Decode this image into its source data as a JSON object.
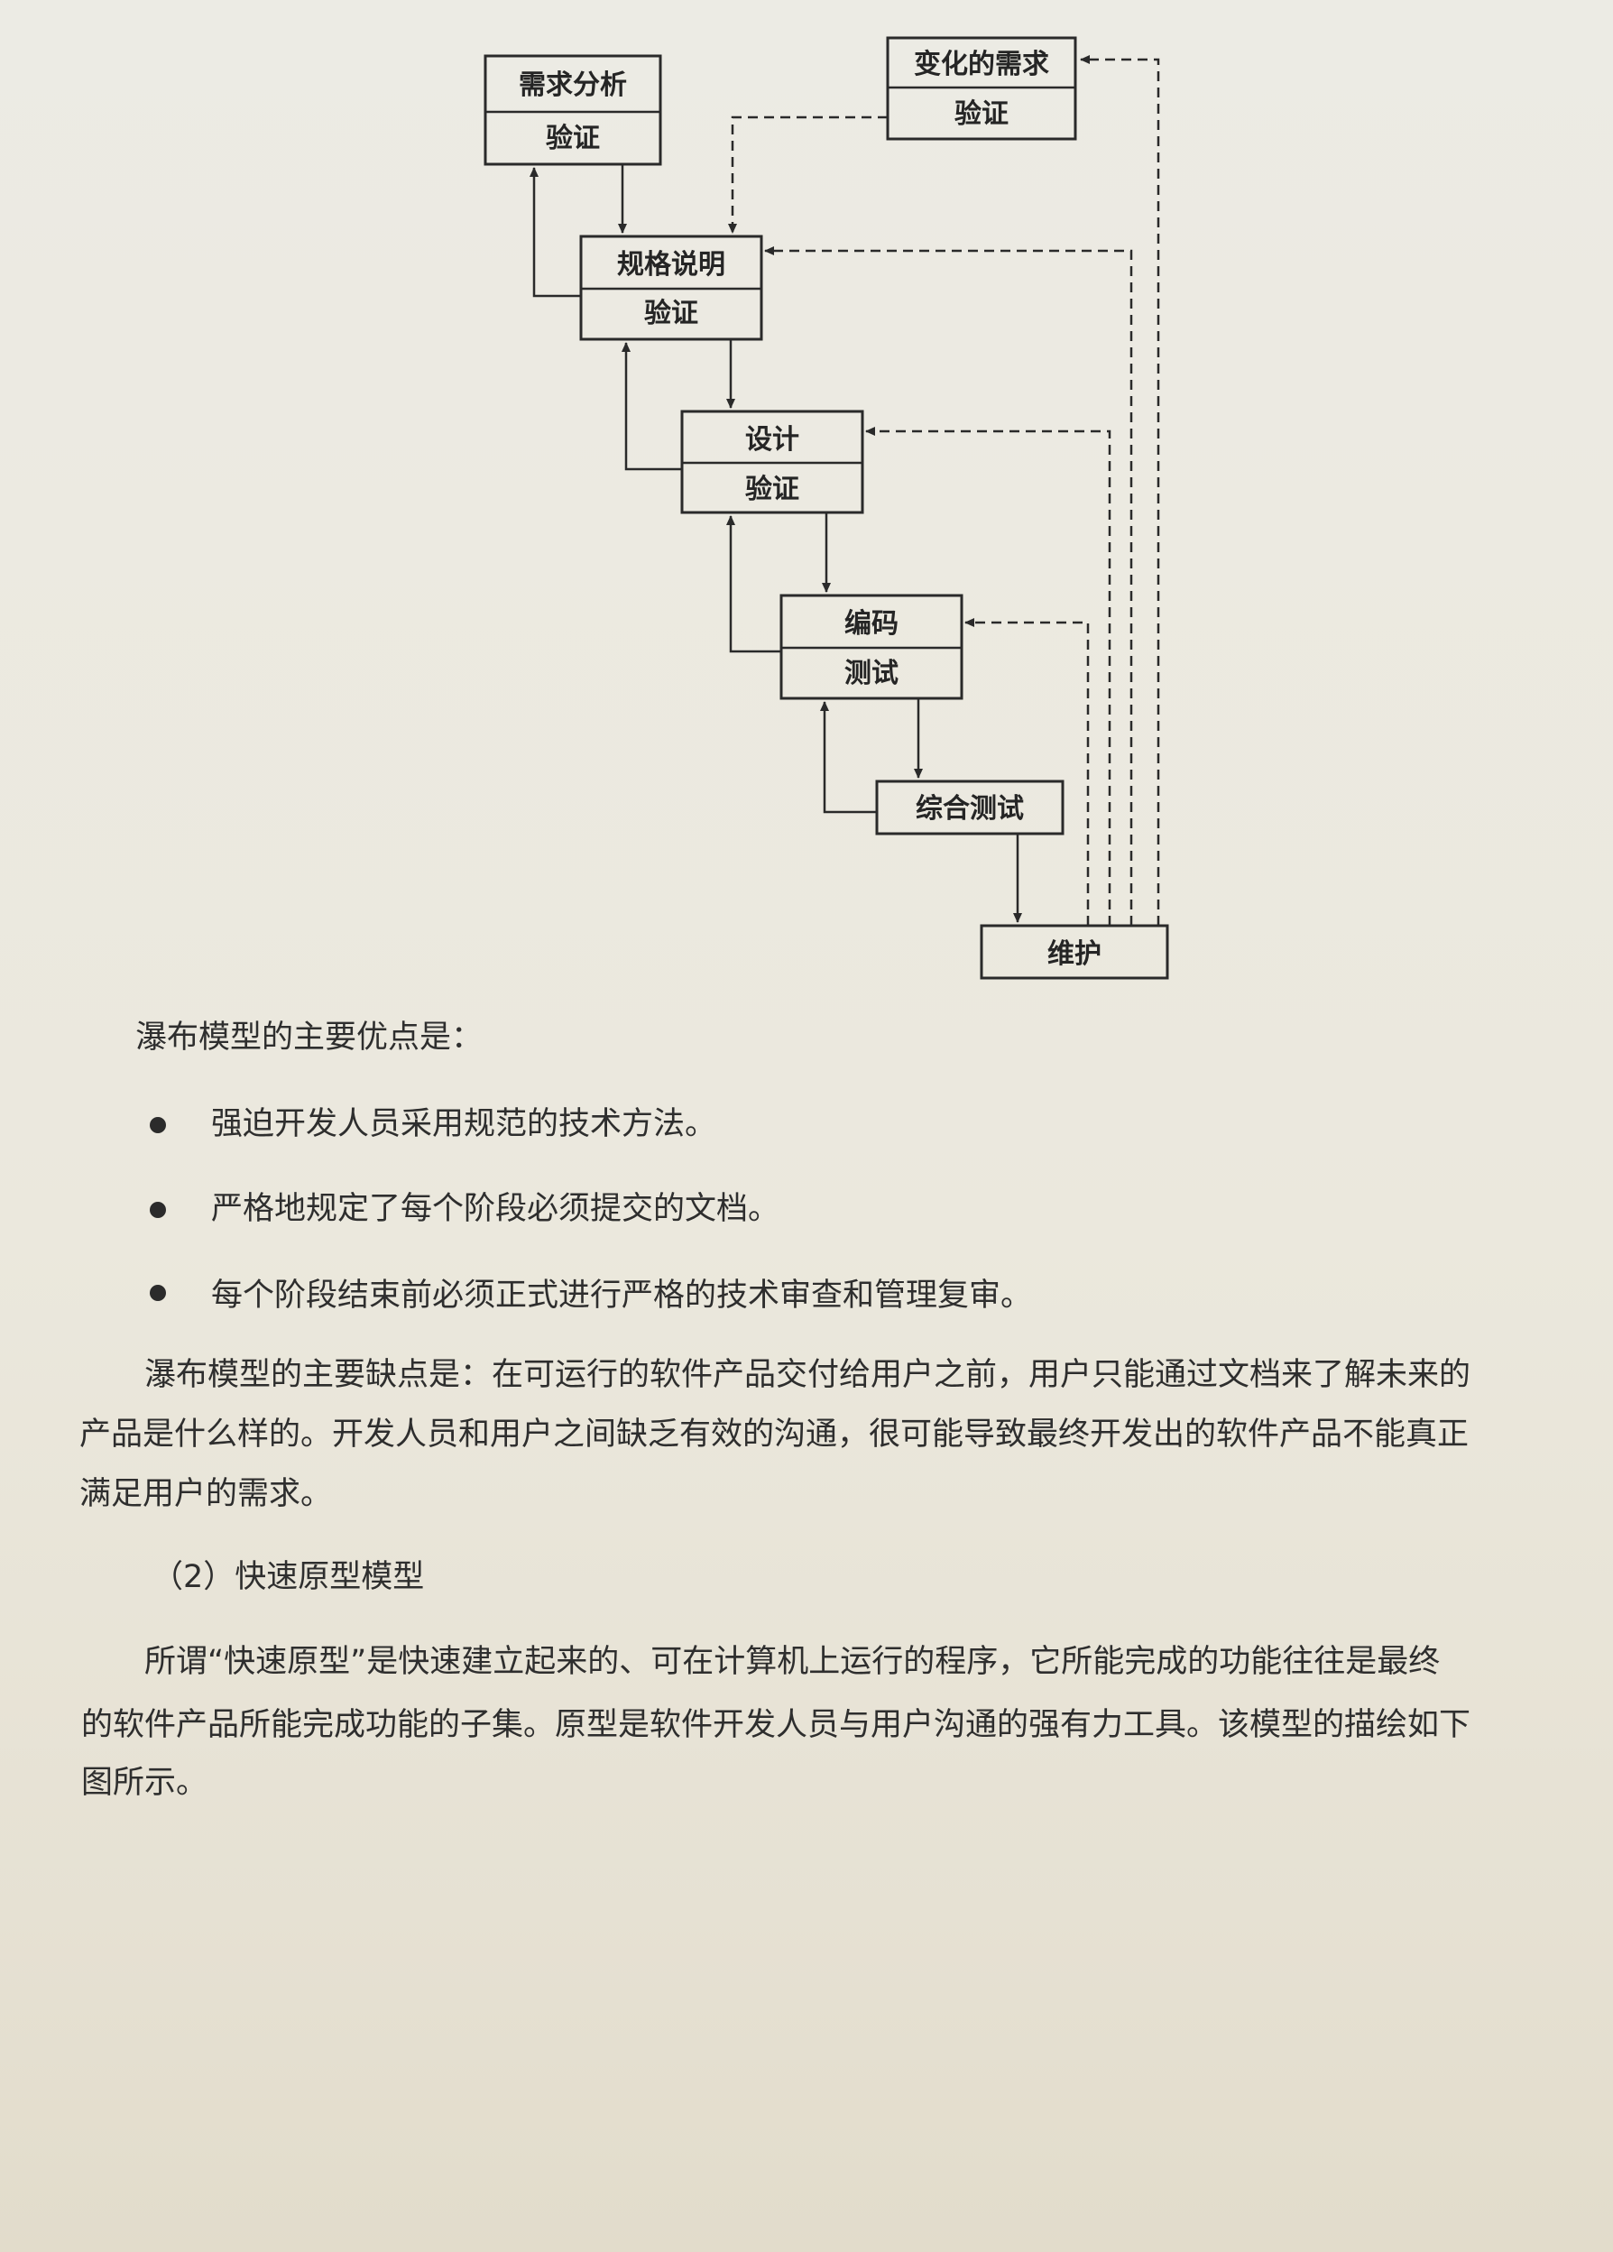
{
  "diagram": {
    "boxes": {
      "requirements_analysis": {
        "title": "需求分析",
        "sub": "验证"
      },
      "changing_requirements": {
        "title": "变化的需求",
        "sub": "验证"
      },
      "specification": {
        "title": "规格说明",
        "sub": "验证"
      },
      "design": {
        "title": "设计",
        "sub": "验证"
      },
      "coding": {
        "title": "编码",
        "sub": "测试"
      },
      "integration_test": {
        "title": "综合测试"
      },
      "maintenance": {
        "title": "维护"
      }
    }
  },
  "text": {
    "advantages_intro": "瀑布模型的主要优点是：",
    "advantages": [
      "强迫开发人员采用规范的技术方法。",
      "严格地规定了每个阶段必须提交的文档。",
      "每个阶段结束前必须正式进行严格的技术审查和管理复审。"
    ],
    "disadvantages_lines": [
      "瀑布模型的主要缺点是：在可运行的软件产品交付给用户之前，用户只能通过文档来了解未来的",
      "产品是什么样的。开发人员和用户之间缺乏有效的沟通，很可能导致最终开发出的软件产品不能真正",
      "满足用户的需求。"
    ],
    "section_heading": "（2）快速原型模型",
    "prototype_lines": [
      "所谓“快速原型”是快速建立起来的、可在计算机上运行的程序，它所能完成的功能往往是最终",
      "的软件产品所能完成功能的子集。原型是软件开发人员与用户沟通的强有力工具。该模型的描绘如下",
      "图所示。"
    ]
  }
}
